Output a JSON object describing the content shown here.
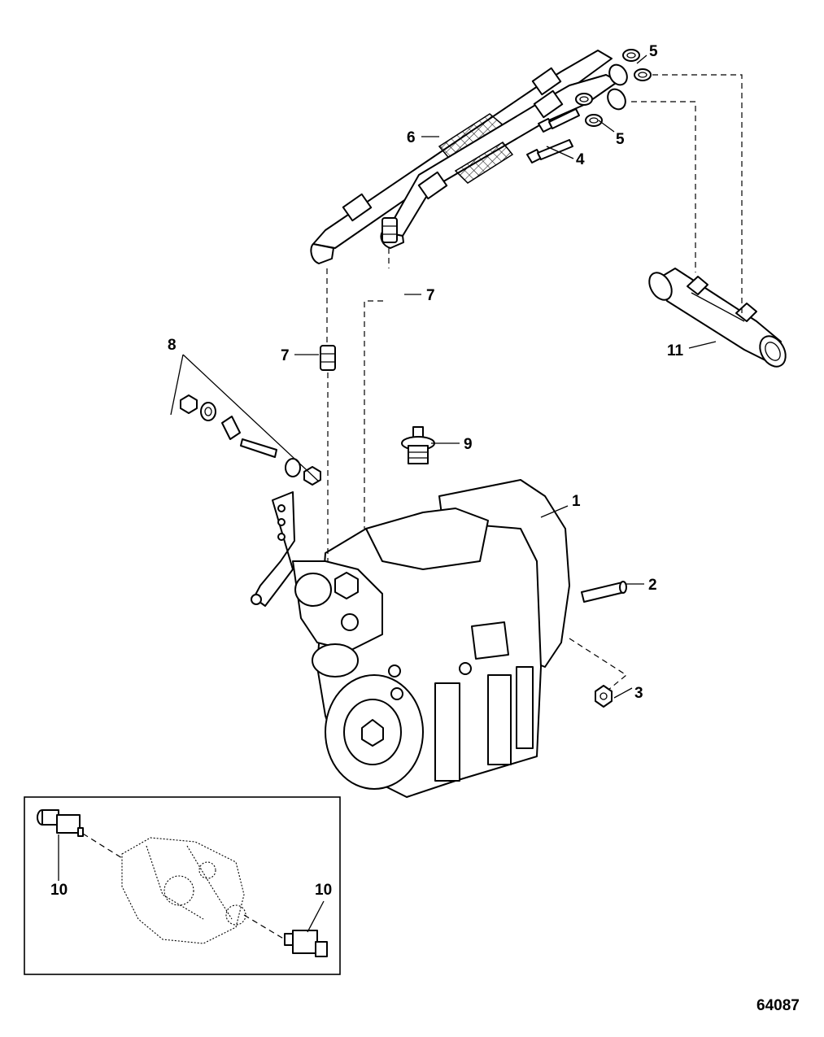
{
  "callouts": {
    "c1": "1",
    "c2": "2",
    "c3": "3",
    "c4": "4",
    "c5a": "5",
    "c5b": "5",
    "c6": "6",
    "c7a": "7",
    "c7b": "7",
    "c8": "8",
    "c9": "9",
    "c10a": "10",
    "c10b": "10",
    "c11": "11"
  },
  "figure_number": "64087"
}
